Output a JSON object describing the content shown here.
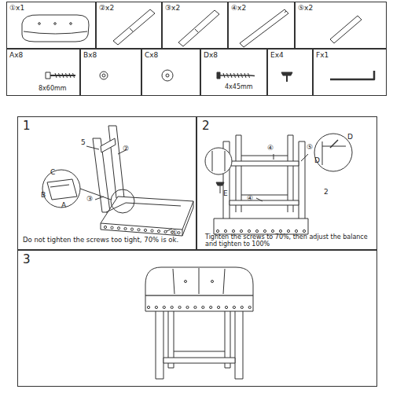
{
  "diagram": {
    "nodes": [
      {
        "text": [
          "①x1"
        ]
      },
      {
        "text": [
          "②x2"
        ]
      },
      {
        "text": [
          "③x2"
        ]
      },
      {
        "text": [
          "④x2"
        ]
      },
      {
        "text": [
          "⑤x2"
        ]
      },
      {
        "text": [
          "Ax8",
          "8x60mm"
        ]
      },
      {
        "text": [
          "Bx8"
        ]
      },
      {
        "text": [
          "Cx8"
        ]
      },
      {
        "text": [
          "Dx8",
          "4x45mm"
        ]
      },
      {
        "text": [
          "Ex4"
        ]
      },
      {
        "text": [
          "Fx1"
        ]
      },
      {
        "text": [
          "1",
          "Do not tighten the screws too tight, 70% is ok."
        ]
      },
      {
        "text": [
          "2",
          "Tighten the screws to 70%, then adjust the balance and tighten to 100%"
        ]
      },
      {
        "text": [
          "3"
        ]
      }
    ],
    "labels": [
      "5",
      "②",
      "③",
      "①",
      "C",
      "B",
      "A",
      "④",
      "⑤",
      "D",
      "D",
      "④",
      "E",
      "2"
    ]
  }
}
